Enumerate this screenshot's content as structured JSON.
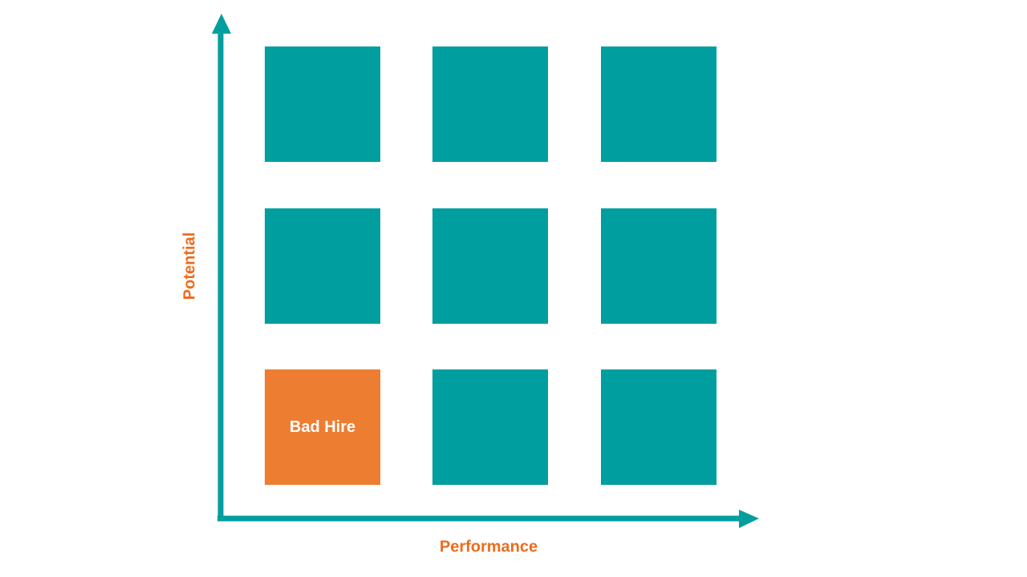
{
  "colors": {
    "axis": "#039e9e",
    "cell_default": "#019e9f",
    "cell_highlight": "#ec7d31",
    "label": "#eb6c1c",
    "cell_text": "#ffffff"
  },
  "axes": {
    "x_label": "Performance",
    "y_label": "Potential"
  },
  "grid": {
    "rows": [
      [
        {
          "label": "",
          "highlight": false
        },
        {
          "label": "",
          "highlight": false
        },
        {
          "label": "",
          "highlight": false
        }
      ],
      [
        {
          "label": "",
          "highlight": false
        },
        {
          "label": "",
          "highlight": false
        },
        {
          "label": "",
          "highlight": false
        }
      ],
      [
        {
          "label": "Bad Hire",
          "highlight": true
        },
        {
          "label": "",
          "highlight": false
        },
        {
          "label": "",
          "highlight": false
        }
      ]
    ]
  }
}
